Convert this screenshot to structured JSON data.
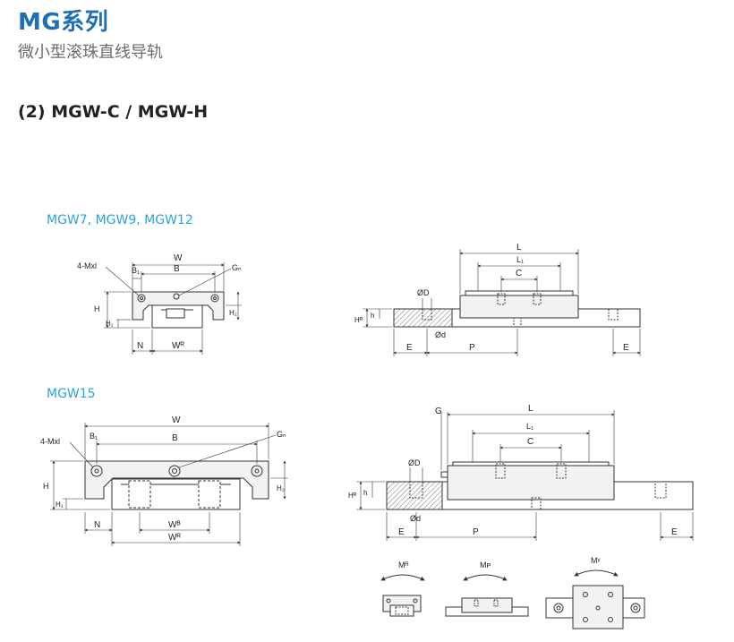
{
  "header": {
    "series_title": "MG系列",
    "series_subtitle": "微小型滚珠直线导轨"
  },
  "section": {
    "title": "(2) MGW-C / MGW-H"
  },
  "group_small": {
    "label": "MGW7, MGW9, MGW12",
    "front": {
      "dim_w": "W",
      "dim_b": "B",
      "dim_b1": "B₁",
      "dim_mxl": "4-Mxl",
      "dim_gn": "Gₙ",
      "dim_h": "H",
      "dim_h1": "H₁",
      "dim_h2": "H₂",
      "dim_n": "N",
      "dim_wr": "Wᴿ"
    },
    "side": {
      "dim_l": "L",
      "dim_l1": "L₁",
      "dim_c": "C",
      "dim_od": "ØD",
      "dim_h": "h",
      "dim_hr": "Hᴿ",
      "dim_od_small": "Ød",
      "dim_e": "E",
      "dim_p": "P",
      "dim_e2": "E"
    }
  },
  "group_large": {
    "label": "MGW15",
    "front": {
      "dim_w": "W",
      "dim_b": "B",
      "dim_b1": "B₁",
      "dim_mxl": "4-Mxl",
      "dim_gn": "Gₙ",
      "dim_h": "H",
      "dim_h1": "H₁",
      "dim_h2": "H₂",
      "dim_n": "N",
      "dim_wb": "Wᴮ",
      "dim_wr": "Wᴿ"
    },
    "side": {
      "dim_g": "G",
      "dim_l": "L",
      "dim_l1": "L₁",
      "dim_c": "C",
      "dim_od": "ØD",
      "dim_hr": "Hᴿ",
      "dim_h": "h",
      "dim_od_small": "Ød",
      "dim_e": "E",
      "dim_p": "P",
      "dim_e2": "E"
    }
  },
  "moments": {
    "mr": "Mᴿ",
    "mp": "Mᴘ",
    "my": "Mʸ"
  }
}
